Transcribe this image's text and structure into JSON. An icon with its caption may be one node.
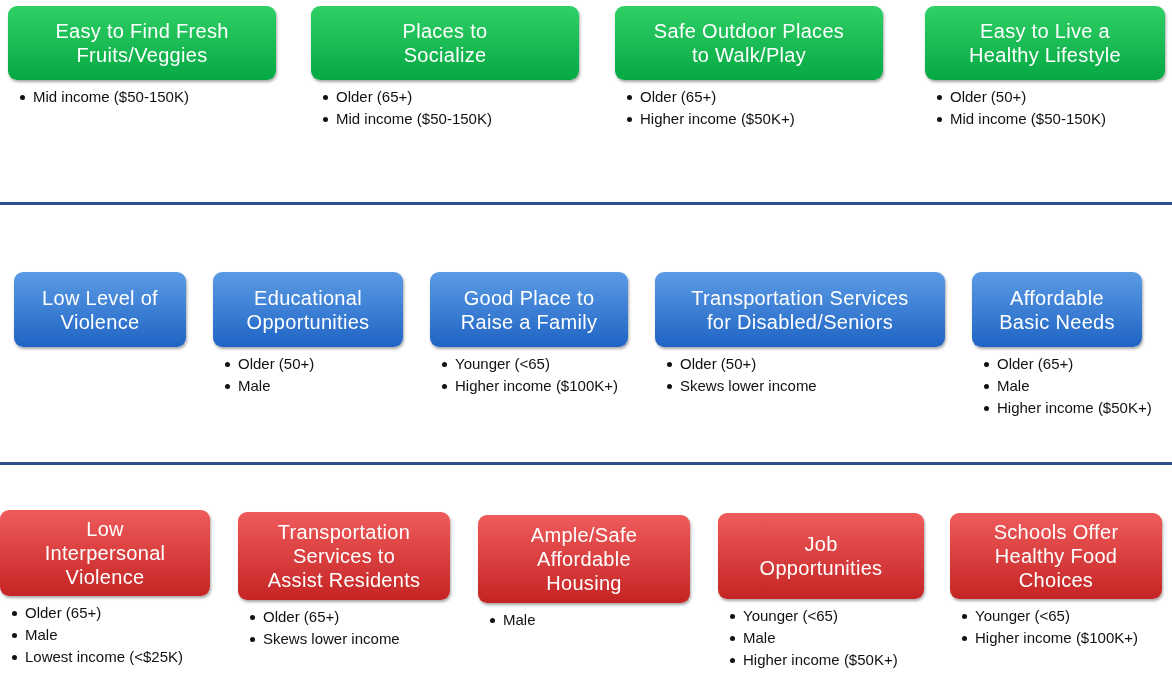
{
  "diagram": {
    "nodes": [
      {
        "text": [
          "Easy to Find Fresh Fruits/Veggies"
        ],
        "beside": [
          "Mid income ($50-150K)"
        ]
      },
      {
        "text": [
          "Places to Socialize"
        ],
        "beside": [
          "Older (65+)",
          "Mid income ($50-150K)"
        ]
      },
      {
        "text": [
          "Safe Outdoor Places to Walk/Play"
        ],
        "beside": [
          "Older (65+)",
          "Higher income ($50K+)"
        ]
      },
      {
        "text": [
          "Easy to Live a Healthy Lifestyle"
        ],
        "beside": [
          "Older (50+)",
          "Mid income ($50-150K)"
        ]
      },
      {
        "text": [
          "Low Level of Violence"
        ]
      },
      {
        "text": [
          "Educational Opportunities"
        ],
        "beside": [
          "Older (50+)",
          "Male"
        ]
      },
      {
        "text": [
          "Good Place to Raise a Family"
        ],
        "beside": [
          "Younger (<65)",
          "Higher income ($100K+)"
        ]
      },
      {
        "text": [
          "Transportation Services for Disabled/Seniors"
        ],
        "beside": [
          "Older (50+)",
          "Skews lower income"
        ]
      },
      {
        "text": [
          "Affordable Basic Needs"
        ],
        "beside": [
          "Older (65+)",
          "Male",
          "Higher income ($50K+)"
        ]
      },
      {
        "text": [
          "Low Interpersonal Violence"
        ],
        "beside": [
          "Older (65+)",
          "Male",
          "Lowest income (<$25K)"
        ]
      },
      {
        "text": [
          "Transportation Services to Assist Residents"
        ],
        "beside": [
          "Older (65+)",
          "Skews lower income"
        ]
      },
      {
        "text": [
          "Ample/Safe Affordable Housing"
        ],
        "beside": [
          "Male"
        ]
      },
      {
        "text": [
          "Job Opportunities"
        ],
        "beside": [
          "Younger (<65)",
          "Male",
          "Higher income ($50K+)"
        ]
      },
      {
        "text": [
          "Schools Offer Healthy Food Choices"
        ],
        "beside": [
          "Younger (<65)",
          "Higher income ($100K+)"
        ]
      }
    ]
  }
}
